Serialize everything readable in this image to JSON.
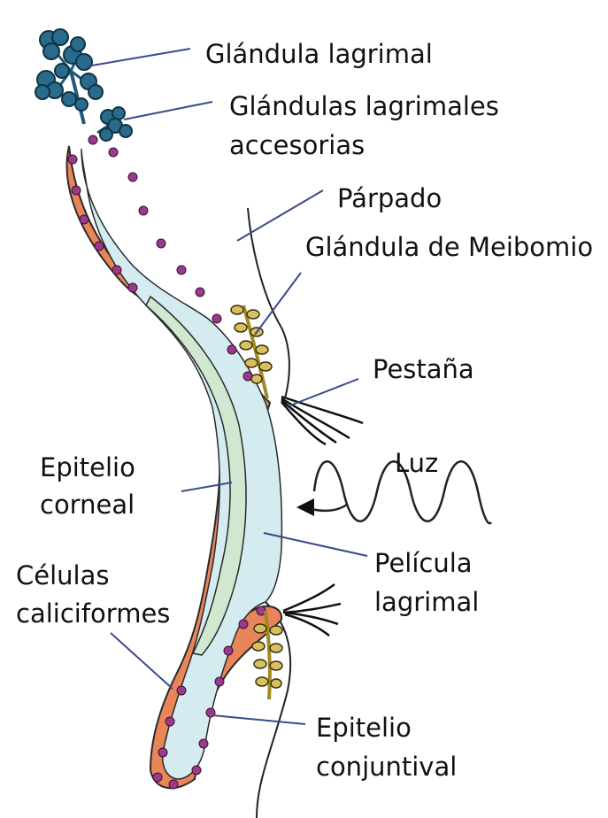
{
  "labels": {
    "glandula_lagrimal": "Glándula lagrimal",
    "glandulas_accesorias_1": "Glándulas lagrimales",
    "glandulas_accesorias_2": "accesorias",
    "parpado": "Párpado",
    "meibomio": "Glándula de Meibomio",
    "pestana": "Pestaña",
    "luz": "Luz",
    "epitelio_corneal_1": "Epitelio",
    "epitelio_corneal_2": "corneal",
    "pelicula_1": "Película",
    "pelicula_2": "lagrimal",
    "celulas_1": "Células",
    "celulas_2": "caliciformes",
    "conjuntival_1": "Epitelio",
    "conjuntival_2": "conjuntival"
  },
  "colors": {
    "conjunctiva": "#e8865a",
    "goblet_cell": "#9b3a8c",
    "tear_film": "#d4ebf0",
    "cornea": "#cfe8cf",
    "gland": "#1e5a78",
    "meibomian": "#d8c060",
    "leader_line": "#3a4a8a"
  }
}
